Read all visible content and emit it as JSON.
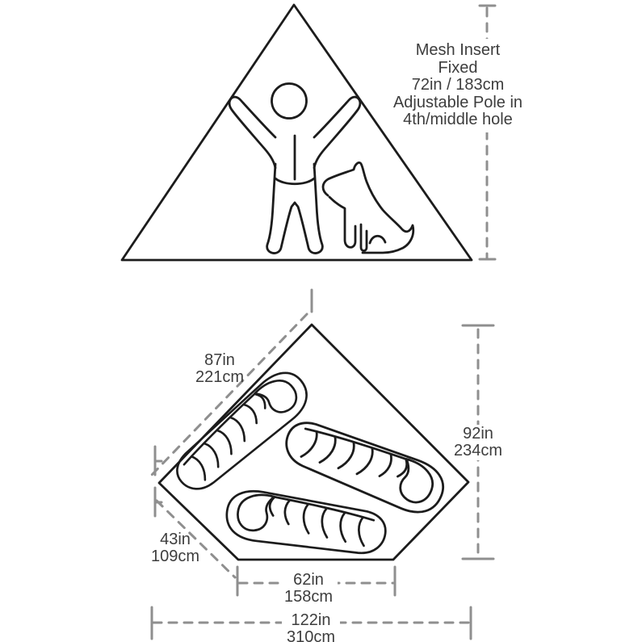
{
  "diagram_title": "Tent dimension spec diagram",
  "colors": {
    "ink": "#1c1c1c",
    "dimension_gray": "#8f8f8f",
    "text": "#3d3d3d",
    "background": "#ffffff"
  },
  "front_view": {
    "note": {
      "lines": [
        "Mesh Insert",
        "Fixed",
        "72in / 183cm",
        "Adjustable Pole in",
        "4th/middle hole"
      ]
    }
  },
  "floor_plan": {
    "dim_slope_edge": {
      "inches": "87in",
      "cm": "221cm"
    },
    "dim_depth": {
      "inches": "92in",
      "cm": "234cm"
    },
    "dim_side_edge": {
      "inches": "43in",
      "cm": "109cm"
    },
    "dim_floor_front": {
      "inches": "62in",
      "cm": "158cm"
    },
    "dim_total_width": {
      "inches": "122in",
      "cm": "310cm"
    }
  }
}
